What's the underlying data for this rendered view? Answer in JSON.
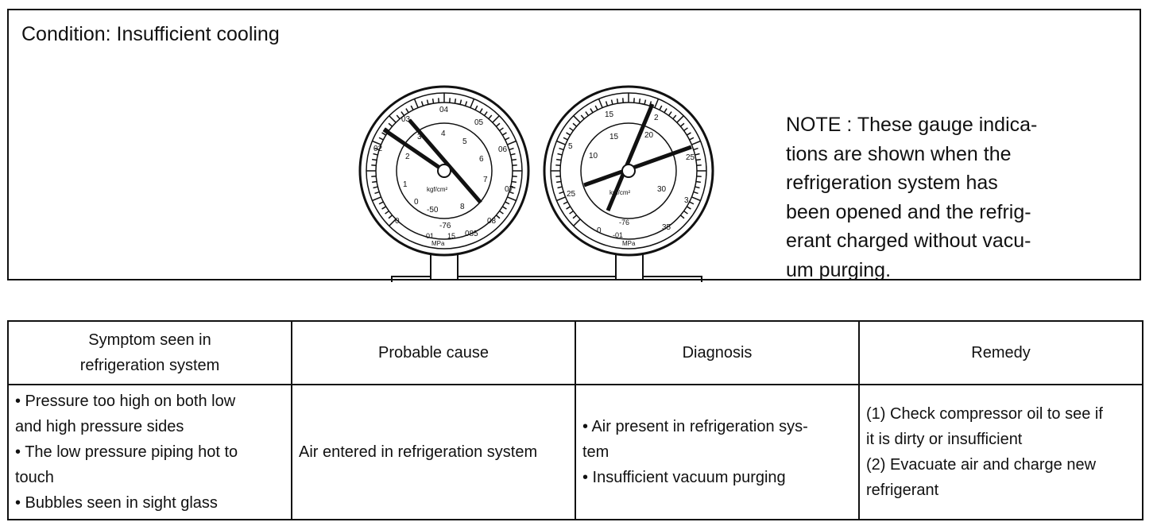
{
  "condition": "Condition: Insufficient cooling",
  "note_lines": [
    "NOTE : These gauge indica-",
    "tions are shown when the",
    "refrigeration system has",
    "been opened and the refrig-",
    "erant charged without vacu-",
    "um purging."
  ],
  "gauges": {
    "low": {
      "outer_marks": [
        "02",
        "03",
        "04",
        "05",
        "06",
        "07",
        "08",
        "085",
        "0"
      ],
      "inner_marks": [
        "1",
        "2",
        "3",
        "4",
        "5",
        "6",
        "7",
        "8",
        "0",
        "-50",
        "-76"
      ],
      "unit_label": "kgf/cm²",
      "mpa_label": "MPa",
      "bottom_marks": [
        "-01",
        "15"
      ],
      "needle_value": "8"
    },
    "high": {
      "outer_marks": [
        "15",
        "2",
        "25",
        "3",
        "35",
        "0",
        "-01"
      ],
      "inner_marks": [
        "5",
        "10",
        "15",
        "20",
        "25",
        "30",
        "-76"
      ],
      "unit_label": "kgf/cm²",
      "mpa_label": "MPa",
      "needle_value": "20"
    }
  },
  "table": {
    "headers": [
      [
        "Symptom seen in",
        "refrigeration system"
      ],
      [
        "Probable cause"
      ],
      [
        "Diagnosis"
      ],
      [
        "Remedy"
      ]
    ],
    "row": {
      "symptom": [
        "• Pressure too high on both low",
        "and high pressure sides",
        "• The low pressure piping hot to",
        "touch",
        "• Bubbles seen in sight glass"
      ],
      "cause": [
        "Air entered in refrigeration system"
      ],
      "diagnosis": [
        "• Air present in refrigeration sys-",
        "tem",
        "• Insufficient vacuum purging"
      ],
      "remedy": [
        "(1) Check compressor oil to see if",
        "it is dirty or insufficient",
        "(2) Evacuate air and charge new",
        "refrigerant"
      ]
    }
  }
}
